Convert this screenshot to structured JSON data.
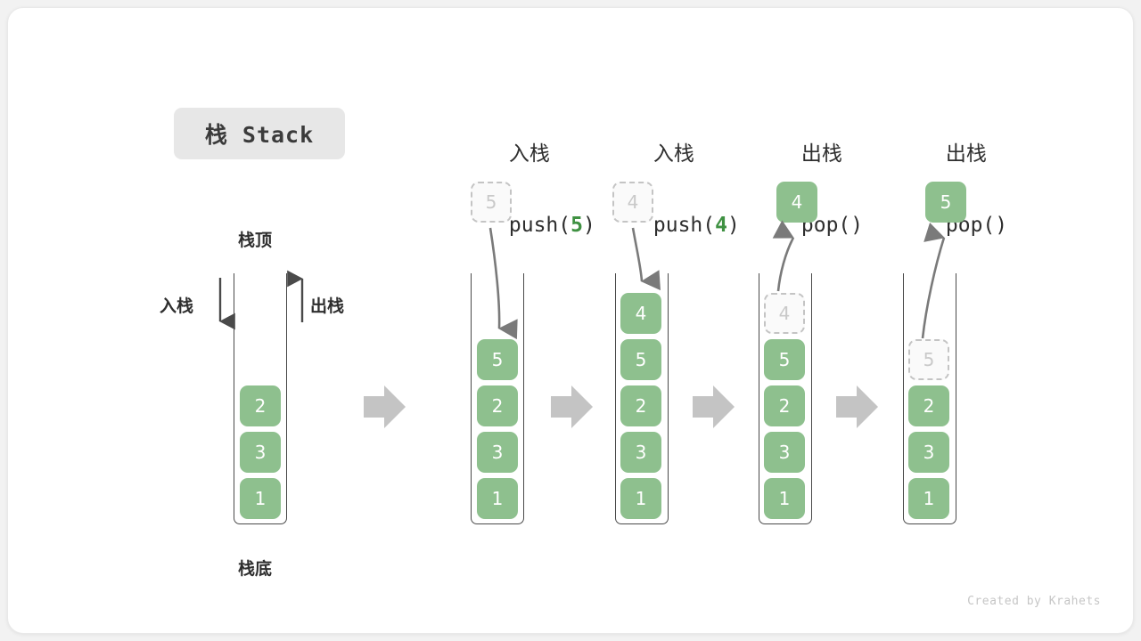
{
  "title_badge": {
    "label": "栈 Stack"
  },
  "credit": {
    "text": "Created by Krahets"
  },
  "annotations": {
    "top_label": "栈顶",
    "bottom_label": "栈底",
    "push_label": "入栈",
    "pop_label": "出栈"
  },
  "colors": {
    "cell_fill": "#8ec08e",
    "cell_text": "#ffffff",
    "ghost_fill": "#fafafa",
    "ghost_border": "#c4c4c4",
    "ghost_text": "#c9c9c9",
    "accent_number": "#3f9142",
    "arrow": "#7a7a7a",
    "block_arrow": "#c4c4c4",
    "container_stroke": "#4a4a4a",
    "badge_bg": "#e7e7e7",
    "page_bg": "#f2f2f2",
    "card_bg": "#ffffff"
  },
  "steps": [
    {
      "id": "initial",
      "op_cjk": "",
      "op_code": "",
      "op_arg": "",
      "stack": [
        "2",
        "3",
        "1"
      ],
      "floating": null
    },
    {
      "id": "push-5",
      "op_cjk": "入栈",
      "op_code_prefix": "push(",
      "op_arg": "5",
      "op_code_suffix": ")",
      "stack": [
        "5",
        "2",
        "3",
        "1"
      ],
      "floating": {
        "value": "5",
        "style": "ghost"
      }
    },
    {
      "id": "push-4",
      "op_cjk": "入栈",
      "op_code_prefix": "push(",
      "op_arg": "4",
      "op_code_suffix": ")",
      "stack": [
        "4",
        "5",
        "2",
        "3",
        "1"
      ],
      "floating": {
        "value": "4",
        "style": "ghost"
      }
    },
    {
      "id": "pop-1",
      "op_cjk": "出栈",
      "op_code_prefix": "pop(",
      "op_arg": "",
      "op_code_suffix": ")",
      "stack": [
        "4",
        "5",
        "2",
        "3",
        "1"
      ],
      "ghost_top_index": 0,
      "floating": {
        "value": "4",
        "style": "solid"
      }
    },
    {
      "id": "pop-2",
      "op_cjk": "出栈",
      "op_code_prefix": "pop(",
      "op_arg": "",
      "op_code_suffix": ")",
      "stack": [
        "5",
        "2",
        "3",
        "1"
      ],
      "ghost_top_index": 0,
      "floating": {
        "value": "5",
        "style": "solid"
      }
    }
  ],
  "cells": {
    "s0": [
      "2",
      "3",
      "1"
    ],
    "s1": [
      "5",
      "2",
      "3",
      "1"
    ],
    "s2": [
      "4",
      "5",
      "2",
      "3",
      "1"
    ],
    "s3": [
      "4",
      "5",
      "2",
      "3",
      "1"
    ],
    "s4": [
      "5",
      "2",
      "3",
      "1"
    ],
    "float1": "5",
    "float2": "4",
    "float3": "4",
    "float4": "5"
  }
}
